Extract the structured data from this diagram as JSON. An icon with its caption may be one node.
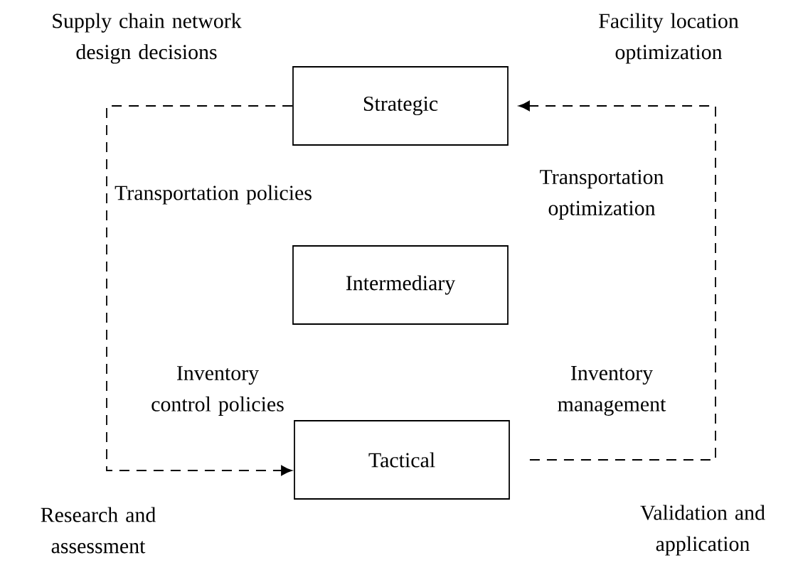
{
  "diagram": {
    "nodes": [
      {
        "text": [
          "Strategic"
        ]
      },
      {
        "text": [
          "Intermediary"
        ]
      },
      {
        "text": [
          "Tactical"
        ]
      }
    ],
    "edges": [
      {
        "from": 0,
        "to": 2,
        "arrow": "to",
        "style": "dashed"
      },
      {
        "from": 2,
        "to": 0,
        "arrow": "to",
        "style": "dashed"
      }
    ],
    "labels": [
      "Supply chain network design decisions",
      "Facility location optimization",
      "Transportation policies",
      "Transportation optimization",
      "Inventory control policies",
      "Inventory management",
      "Research and assessment",
      "Validation and application"
    ]
  }
}
